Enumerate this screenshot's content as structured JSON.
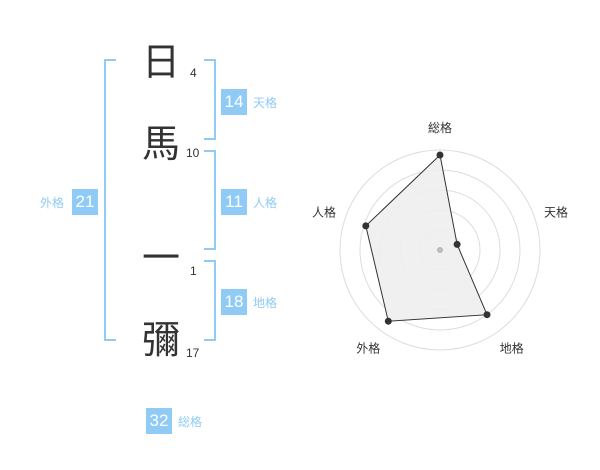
{
  "name": {
    "characters": [
      {
        "char": "日",
        "strokes": "4"
      },
      {
        "char": "馬",
        "strokes": "10"
      },
      {
        "char": "一",
        "strokes": "1"
      },
      {
        "char": "彌",
        "strokes": "17"
      }
    ]
  },
  "scores": {
    "tenkaku": {
      "value": "14",
      "label": "天格"
    },
    "jinkaku": {
      "value": "11",
      "label": "人格"
    },
    "chikaku": {
      "value": "18",
      "label": "地格"
    },
    "gaikaku": {
      "value": "21",
      "label": "外格"
    },
    "soukaku": {
      "value": "32",
      "label": "総格"
    }
  },
  "colors": {
    "accent": "#8fcbf5",
    "text": "#333333",
    "grid": "#dddddd",
    "radar_fill": "#eeeeee"
  },
  "chart_data": {
    "type": "radar",
    "axes": [
      "総格",
      "天格",
      "地格",
      "外格",
      "人格"
    ],
    "values": [
      0.95,
      0.18,
      0.8,
      0.88,
      0.78
    ],
    "rings": 5,
    "range": [
      0,
      1
    ]
  }
}
